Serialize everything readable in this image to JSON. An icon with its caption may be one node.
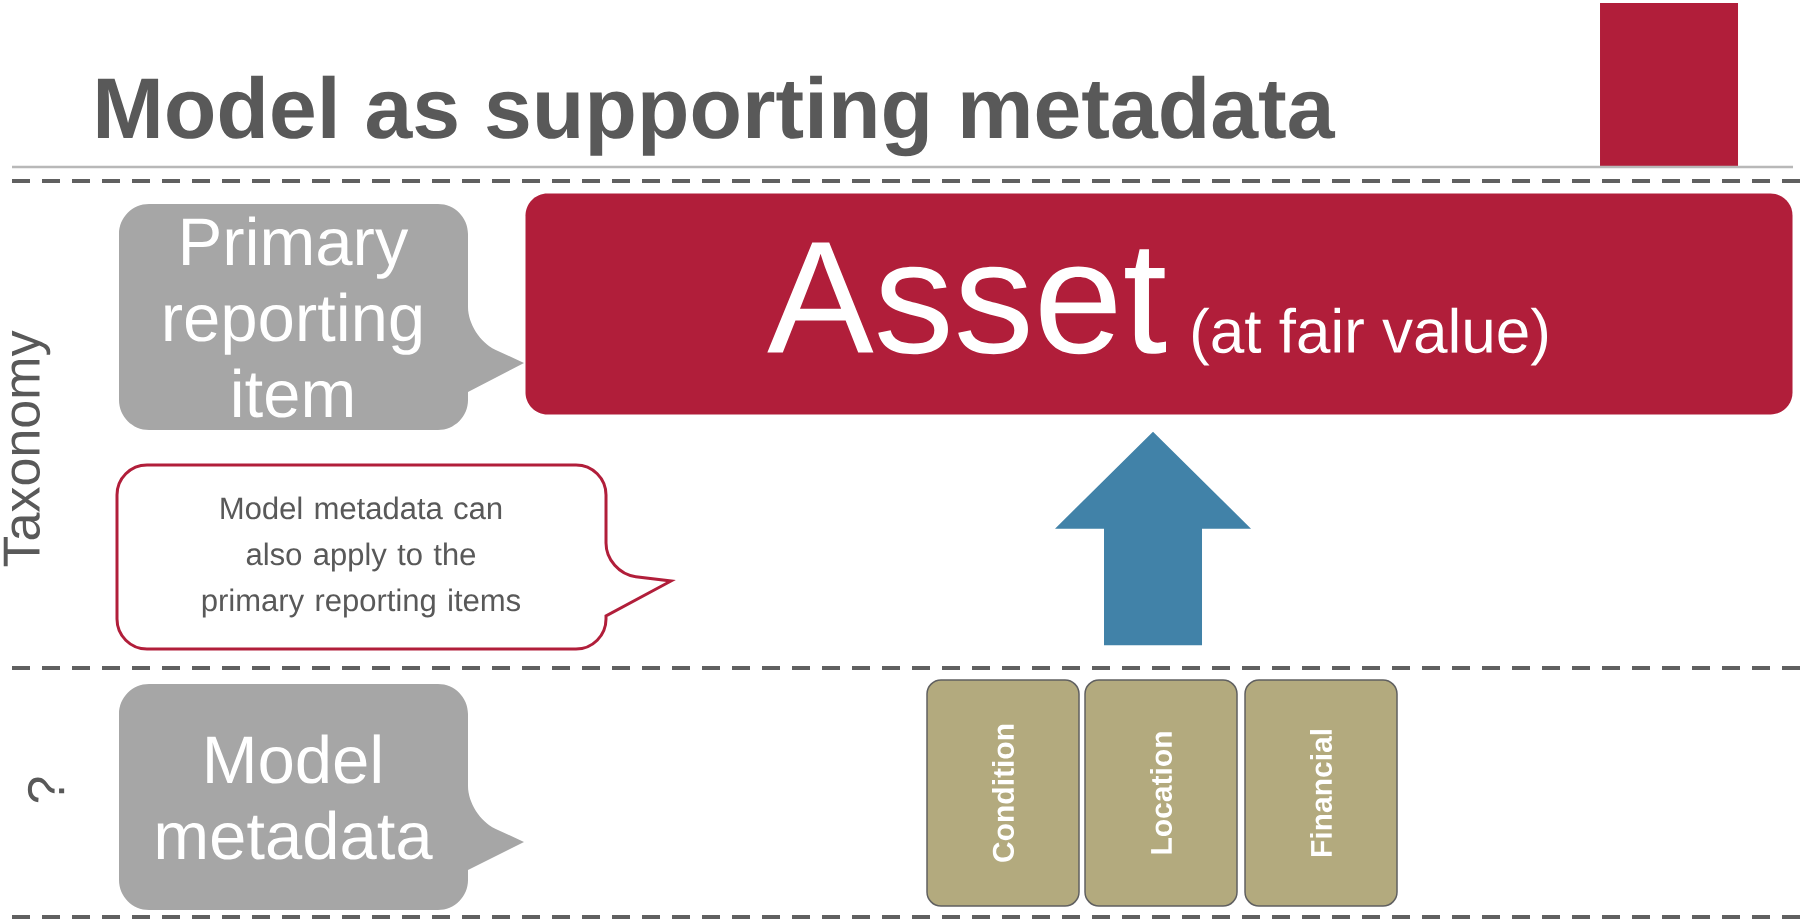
{
  "diagram": {
    "title": "Model as supporting metadata",
    "nodes": [
      {
        "text": [
          "Primary reporting item"
        ]
      },
      {
        "text": [
          "Asset",
          "(at fair value)"
        ]
      },
      {
        "text": [
          "Model metadata can also apply to the primary reporting items"
        ]
      },
      {
        "text": [
          "Model metadata"
        ]
      },
      {
        "text": [
          "Condition"
        ]
      },
      {
        "text": [
          "Location"
        ]
      },
      {
        "text": [
          "Financial"
        ]
      }
    ],
    "edges": [
      {
        "from": 5,
        "to": 1,
        "arrow": "to",
        "style": "thick",
        "color": "#4182a8"
      }
    ],
    "labels": [
      "Taxonomy",
      "?"
    ]
  }
}
